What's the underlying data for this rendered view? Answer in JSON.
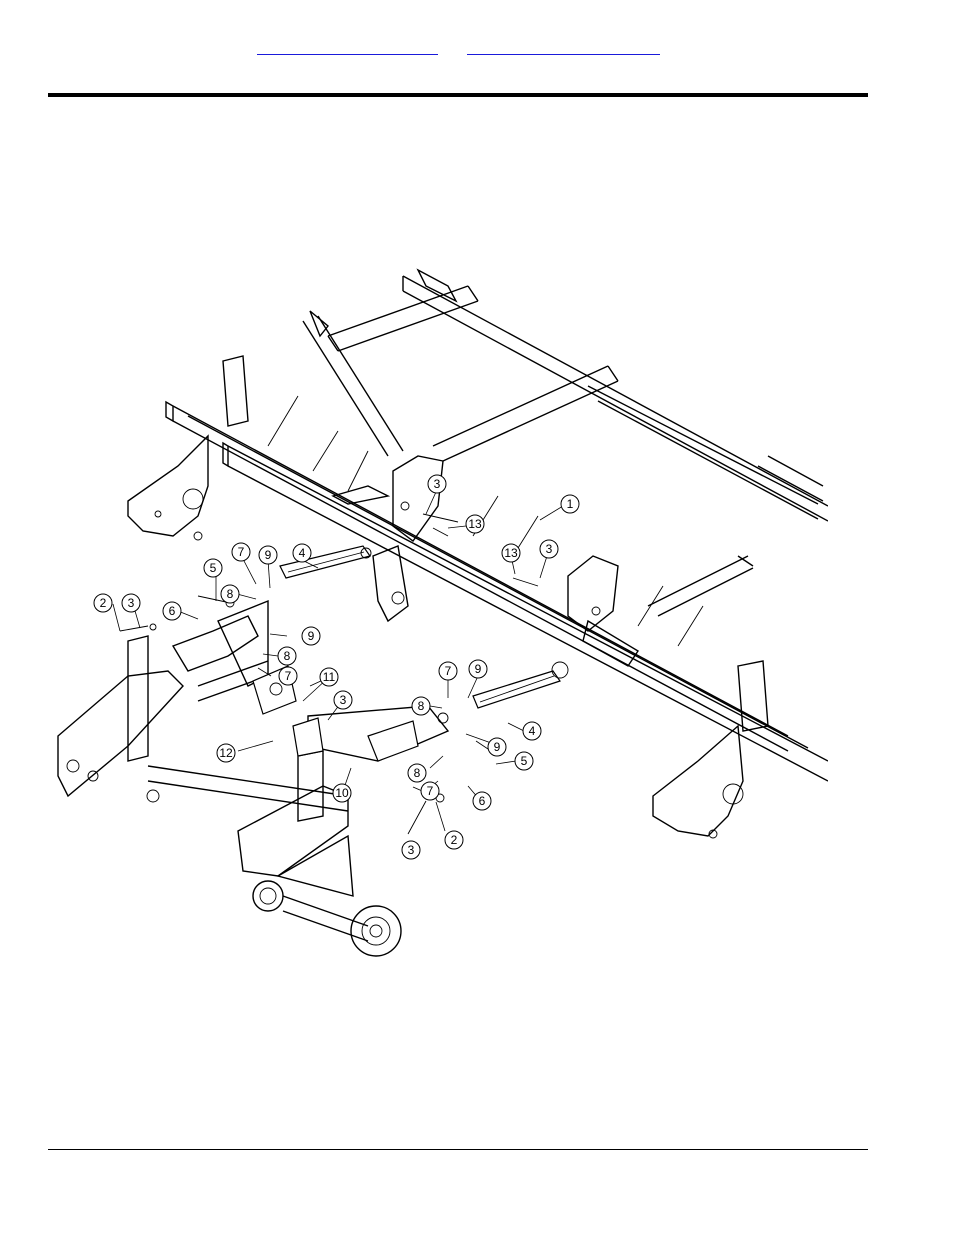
{
  "header": {
    "links": [
      "",
      ""
    ]
  },
  "figure": {
    "callouts": [
      {
        "label": "1"
      },
      {
        "label": "2"
      },
      {
        "label": "2"
      },
      {
        "label": "3"
      },
      {
        "label": "3"
      },
      {
        "label": "3"
      },
      {
        "label": "3"
      },
      {
        "label": "3"
      },
      {
        "label": "4"
      },
      {
        "label": "4"
      },
      {
        "label": "5"
      },
      {
        "label": "5"
      },
      {
        "label": "6"
      },
      {
        "label": "6"
      },
      {
        "label": "7"
      },
      {
        "label": "7"
      },
      {
        "label": "7"
      },
      {
        "label": "7"
      },
      {
        "label": "8"
      },
      {
        "label": "8"
      },
      {
        "label": "8"
      },
      {
        "label": "8"
      },
      {
        "label": "9"
      },
      {
        "label": "9"
      },
      {
        "label": "9"
      },
      {
        "label": "9"
      },
      {
        "label": "10"
      },
      {
        "label": "11"
      },
      {
        "label": "12"
      },
      {
        "label": "13"
      },
      {
        "label": "13"
      }
    ]
  }
}
